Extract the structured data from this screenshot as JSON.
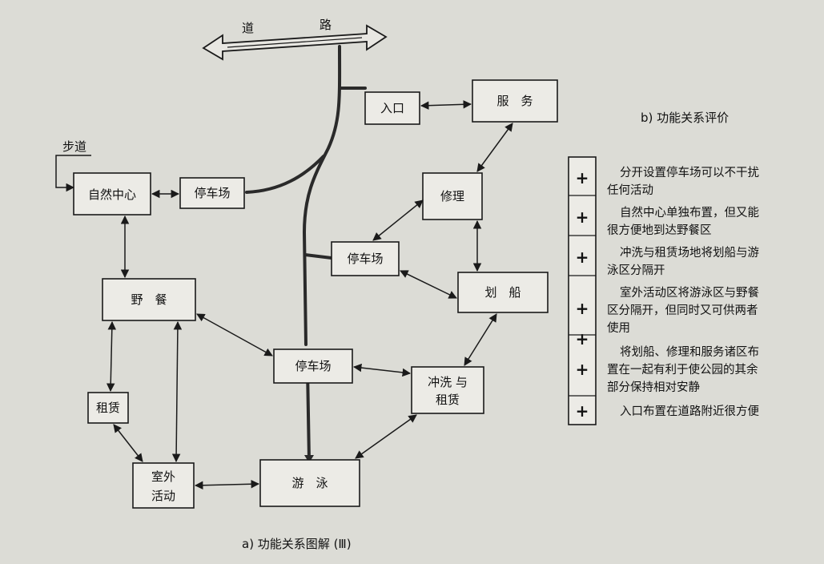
{
  "nodes": {
    "road": [
      "道",
      "路"
    ],
    "walkway": "步道",
    "nature_center": "自然中心",
    "parking_left": "停车场",
    "entrance": "入口",
    "service": "服　务",
    "repair": "修理",
    "parking_mid": "停车场",
    "boating": "划　船",
    "picnic": "野　餐",
    "parking_center": "停车场",
    "wash_rental": [
      "冲洗 与",
      "租赁"
    ],
    "rental": "租赁",
    "outdoor": [
      "室外",
      "活动"
    ],
    "swimming": "游　泳"
  },
  "captions": {
    "a": "a) 功能关系图解 (Ⅲ)",
    "b": "b) 功能关系评价"
  },
  "evaluation": {
    "mark": "+",
    "marks_count": 7,
    "lines": [
      "分开设置停车场可以不干扰",
      "任何活动",
      "自然中心单独布置，但又能",
      "很方便地到达野餐区",
      "冲洗与租赁场地将划船与游",
      "泳区分隔开",
      "室外活动区将游泳区与野餐",
      "区分隔开，但同时又可供两者",
      "使用",
      "将划船、修理和服务诸区布",
      "置在一起有利于使公园的其余",
      "部分保持相对安静",
      "入口布置在道路附近很方便"
    ]
  }
}
